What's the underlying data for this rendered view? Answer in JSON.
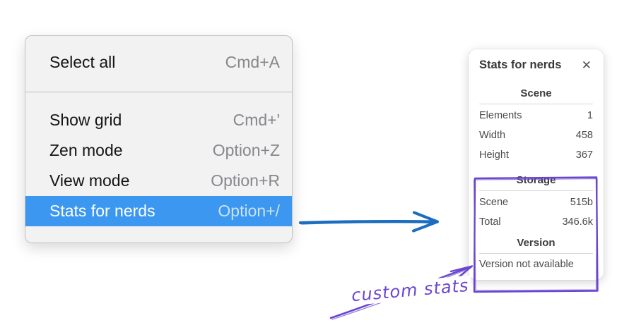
{
  "context_menu": {
    "items": [
      {
        "label": "Select all",
        "shortcut": "Cmd+A",
        "highlighted": false
      },
      {
        "label": "Show grid",
        "shortcut": "Cmd+'",
        "highlighted": false
      },
      {
        "label": "Zen mode",
        "shortcut": "Option+Z",
        "highlighted": false
      },
      {
        "label": "View mode",
        "shortcut": "Option+R",
        "highlighted": false
      },
      {
        "label": "Stats for nerds",
        "shortcut": "Option+/",
        "highlighted": true
      }
    ]
  },
  "stats_panel": {
    "title": "Stats for nerds",
    "close_icon": "✕",
    "sections": [
      {
        "header": "Scene",
        "rows": [
          {
            "label": "Elements",
            "value": "1"
          },
          {
            "label": "Width",
            "value": "458"
          },
          {
            "label": "Height",
            "value": "367"
          }
        ]
      },
      {
        "header": "Storage",
        "rows": [
          {
            "label": "Scene",
            "value": "515b"
          },
          {
            "label": "Total",
            "value": "346.6k"
          }
        ]
      },
      {
        "header": "Version",
        "note": "Version not available"
      }
    ]
  },
  "annotation": {
    "label": "custom stats"
  },
  "colors": {
    "menu_highlight": "#3b97f0",
    "arrow_blue": "#1c6dbf",
    "annotation_purple": "#6a46cf"
  }
}
